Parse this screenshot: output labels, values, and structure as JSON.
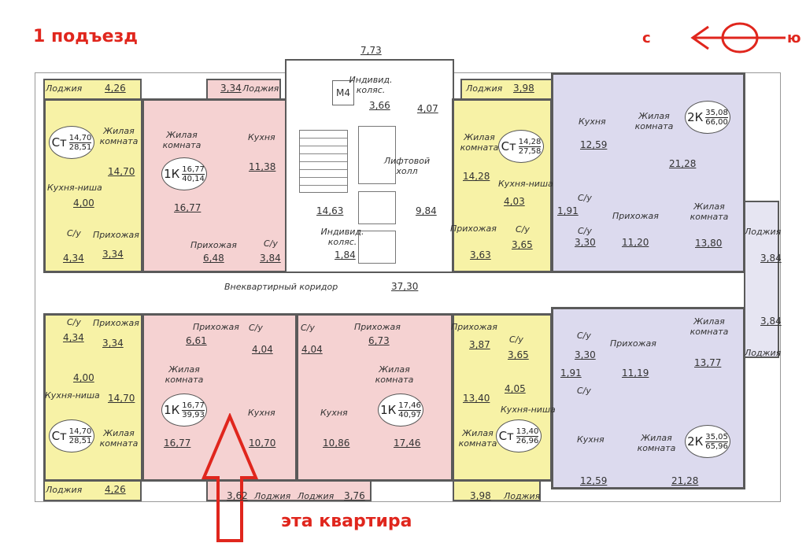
{
  "header": {
    "entrance": "1 подъезд",
    "caption": "эта квартира",
    "compass": {
      "north": "с",
      "south": "ю"
    }
  },
  "colors": {
    "studio": "#f7f2a6",
    "one_room": "#f5d2d2",
    "two_room": "#dcdaee",
    "marker": "#e0261d"
  },
  "core": {
    "lobby_area": "7,73",
    "m4": "М4",
    "stroller1_name": "Индивид. коляс.",
    "stroller1_area": "3,66",
    "vestibule_area": "4,07",
    "lift_hall_name": "Лифтовой холл",
    "lift_hall_area": "9,84",
    "stairs_area": "14,63",
    "stroller2_name": "Индивид. коляс.",
    "stroller2_area": "1,84",
    "corridor_name": "Внеквартирный коридор",
    "corridor_area": "37,30"
  },
  "apartments": [
    {
      "type": "Ст",
      "living": "14,70",
      "total": "28,51",
      "rooms": [
        {
          "name": "Лоджия",
          "area": "4,26"
        },
        {
          "name": "Жилая комната",
          "area": "14,70"
        },
        {
          "name": "Кухня-ниша",
          "area": "4,00"
        },
        {
          "name": "С/у",
          "area": "4,34"
        },
        {
          "name": "Прихожая",
          "area": "3,34"
        }
      ]
    },
    {
      "type": "1К",
      "living": "16,77",
      "total": "40,14",
      "rooms": [
        {
          "name": "Лоджия",
          "area": "3,34"
        },
        {
          "name": "Жилая комната",
          "area": "16,77"
        },
        {
          "name": "Кухня",
          "area": "11,38"
        },
        {
          "name": "Прихожая",
          "area": "6,48"
        },
        {
          "name": "С/у",
          "area": "3,84"
        }
      ]
    },
    {
      "type": "Ст",
      "living": "14,28",
      "total": "27,58",
      "rooms": [
        {
          "name": "Лоджия",
          "area": "3,98"
        },
        {
          "name": "Жилая комната",
          "area": "14,28"
        },
        {
          "name": "Кухня-ниша",
          "area": "4,03"
        },
        {
          "name": "Прихожая",
          "area": "3,63"
        },
        {
          "name": "С/у",
          "area": "3,65"
        }
      ]
    },
    {
      "type": "2К",
      "living": "35,08",
      "total": "66,00",
      "rooms": [
        {
          "name": "Кухня",
          "area": "12,59"
        },
        {
          "name": "Жилая комната",
          "area": "21,28"
        },
        {
          "name": "С/у",
          "area": "1,91"
        },
        {
          "name": "С/у",
          "area": "3,30"
        },
        {
          "name": "Прихожая",
          "area": "11,20"
        },
        {
          "name": "Жилая комната",
          "area": "13,80"
        },
        {
          "name": "Лоджия",
          "area": "3,84"
        }
      ]
    },
    {
      "type": "Ст",
      "living": "14,70",
      "total": "28,51",
      "rooms": [
        {
          "name": "С/у",
          "area": "4,34"
        },
        {
          "name": "Прихожая",
          "area": "3,34"
        },
        {
          "name": "Кухня-ниша",
          "area": "4,00"
        },
        {
          "name": "Жилая комната",
          "area": "14,70"
        },
        {
          "name": "Лоджия",
          "area": "4,26"
        }
      ]
    },
    {
      "type": "1К",
      "living": "16,77",
      "total": "39,93",
      "rooms": [
        {
          "name": "Прихожая",
          "area": "6,61"
        },
        {
          "name": "С/у",
          "area": "4,04"
        },
        {
          "name": "Жилая комната",
          "area": "16,77"
        },
        {
          "name": "Кухня",
          "area": "10,70"
        },
        {
          "name": "Лоджия",
          "area": "3,62"
        }
      ]
    },
    {
      "type": "1К",
      "living": "17,46",
      "total": "40,97",
      "rooms": [
        {
          "name": "С/у",
          "area": "4,04"
        },
        {
          "name": "Прихожая",
          "area": "6,73"
        },
        {
          "name": "Кухня",
          "area": "10,86"
        },
        {
          "name": "Жилая комната",
          "area": "17,46"
        },
        {
          "name": "Лоджия",
          "area": "3,76"
        }
      ]
    },
    {
      "type": "Ст",
      "living": "13,40",
      "total": "26,96",
      "rooms": [
        {
          "name": "Прихожая",
          "area": "3,87"
        },
        {
          "name": "С/у",
          "area": "3,65"
        },
        {
          "name": "Кухня-ниша",
          "area": "4,05"
        },
        {
          "name": "Жилая комната",
          "area": "13,40"
        },
        {
          "name": "Лоджия",
          "area": "3,98"
        }
      ]
    },
    {
      "type": "2К",
      "living": "35,05",
      "total": "65,96",
      "rooms": [
        {
          "name": "С/у",
          "area": "3,30"
        },
        {
          "name": "Прихожая",
          "area": "11,19"
        },
        {
          "name": "С/у",
          "area": "1,91"
        },
        {
          "name": "Жилая комната",
          "area": "13,77"
        },
        {
          "name": "Лоджия",
          "area": "3,84"
        },
        {
          "name": "Кухня",
          "area": "12,59"
        },
        {
          "name": "Жилая комната",
          "area": "21,28"
        }
      ]
    }
  ]
}
